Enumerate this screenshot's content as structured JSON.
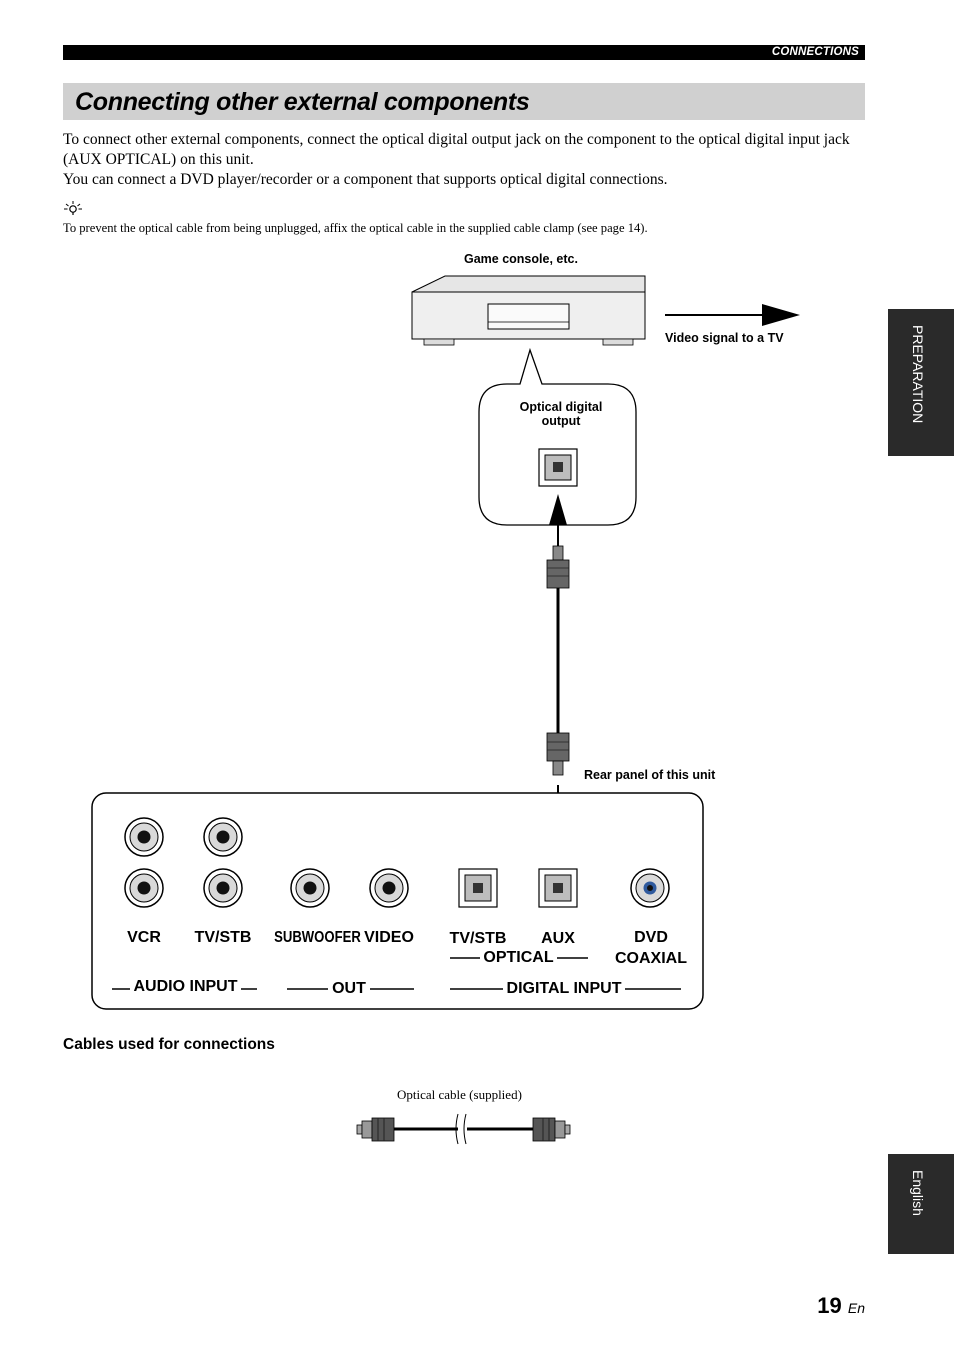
{
  "header": {
    "section_label": "CONNECTIONS"
  },
  "title": "Connecting other external components",
  "intro": {
    "p1": "To connect other external components, connect the optical digital output jack on the component to the optical digital input jack (AUX OPTICAL) on this unit.",
    "p2": "You can connect a DVD player/recorder or a component that supports optical digital connections."
  },
  "tip": {
    "icon": "lightbulb-icon",
    "text": "To prevent the optical cable from being unplugged, affix the optical cable in the supplied cable clamp (see page 14)."
  },
  "diagram": {
    "device_label": "Game console, etc.",
    "video_signal_label": "Video signal to a TV",
    "optical_output_label": "Optical digital output",
    "rear_panel_label": "Rear panel of this unit",
    "panel": {
      "jacks": {
        "vcr": "VCR",
        "tv_stb": "TV/STB",
        "subwoofer": "SUBWOOFER",
        "video": "VIDEO",
        "opt_tv_stb": "TV/STB",
        "aux": "AUX",
        "dvd": "DVD",
        "coaxial": "COAXIAL"
      },
      "groups": {
        "audio_input": "AUDIO INPUT",
        "out": "OUT",
        "optical": "OPTICAL",
        "digital_input": "DIGITAL INPUT"
      }
    }
  },
  "cables": {
    "heading": "Cables used for connections",
    "caption": "Optical cable (supplied)"
  },
  "side_tabs": {
    "preparation": "PREPARATION",
    "language": "English"
  },
  "page": {
    "number": "19",
    "suffix": "En"
  }
}
